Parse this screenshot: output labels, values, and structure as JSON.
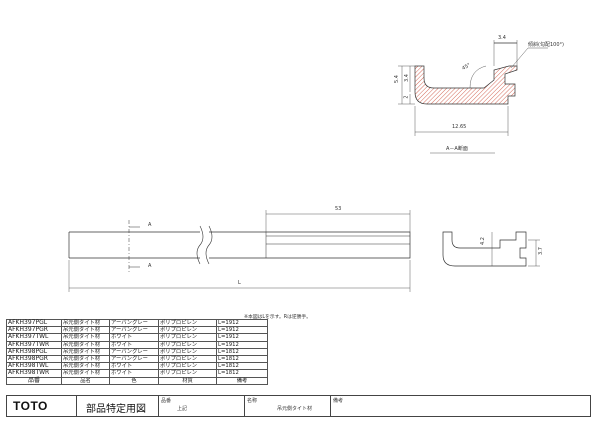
{
  "dims": {
    "top_width": "3.4",
    "slope": "傾斜(勾配100°)",
    "angle": "45°",
    "height_outer": "5.4",
    "height_inner": "3.4",
    "height_small": "2",
    "width_total": "12.65",
    "length_short": "53",
    "end_inner": "4.2",
    "end_outer": "3.7",
    "length_total": "L"
  },
  "labels": {
    "section_mark_top": "A",
    "section_mark_bottom": "A",
    "section_caption": "A－A断面",
    "note": "※本図はLを示す。Rは逆勝手。"
  },
  "parts": {
    "rows": [
      {
        "code": "AFKH397PGL",
        "name": "吊元側タイト材",
        "color": "アーバングレー",
        "material": "ポリプロピレン",
        "remarks": "L=1912"
      },
      {
        "code": "AFKH397PGR",
        "name": "吊元側タイト材",
        "color": "アーバングレー",
        "material": "ポリプロピレン",
        "remarks": "L=1912"
      },
      {
        "code": "AFKH397TWL",
        "name": "吊元側タイト材",
        "color": "ホワイト",
        "material": "ポリプロピレン",
        "remarks": "L=1912"
      },
      {
        "code": "AFKH397TWR",
        "name": "吊元側タイト材",
        "color": "ホワイト",
        "material": "ポリプロピレン",
        "remarks": "L=1912"
      },
      {
        "code": "AFKH398PGL",
        "name": "吊元側タイト材",
        "color": "アーバングレー",
        "material": "ポリプロピレン",
        "remarks": "L=1812"
      },
      {
        "code": "AFKH398PGR",
        "name": "吊元側タイト材",
        "color": "アーバングレー",
        "material": "ポリプロピレン",
        "remarks": "L=1812"
      },
      {
        "code": "AFKH398TWL",
        "name": "吊元側タイト材",
        "color": "ホワイト",
        "material": "ポリプロピレン",
        "remarks": "L=1812"
      },
      {
        "code": "AFKH398TWR",
        "name": "吊元側タイト材",
        "color": "ホワイト",
        "material": "ポリプロピレン",
        "remarks": "L=1812"
      }
    ],
    "headers": {
      "code": "品番",
      "name": "品名",
      "color": "色",
      "material": "材質",
      "remarks": "備考"
    }
  },
  "title_block": {
    "brand": "TOTO",
    "doc_title": "部品特定用図",
    "product_label": "品番",
    "product_value": "上記",
    "name_label": "名称",
    "name_value": "吊元側タイト材",
    "remarks_label": "備考"
  },
  "colors": {
    "hatch": "#d46a5a",
    "line": "#333333"
  }
}
